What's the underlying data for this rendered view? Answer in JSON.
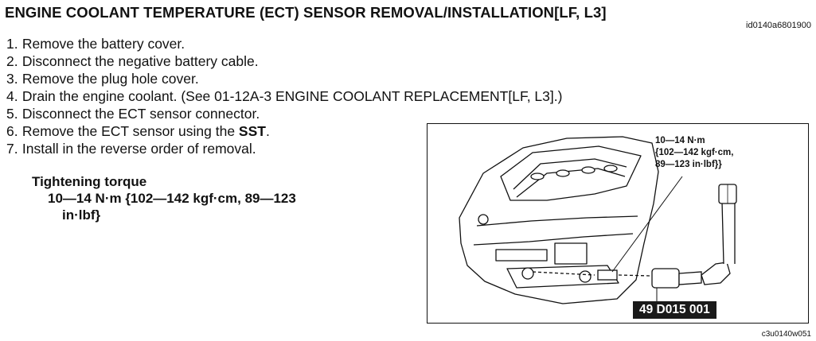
{
  "header": {
    "title": "ENGINE COOLANT TEMPERATURE (ECT) SENSOR REMOVAL/INSTALLATION[LF, L3]",
    "doc_id": "id0140a6801900"
  },
  "steps": [
    {
      "num": "1.",
      "pre": "Remove the battery cover.",
      "bold": "",
      "post": ""
    },
    {
      "num": "2.",
      "pre": "Disconnect the negative battery cable.",
      "bold": "",
      "post": ""
    },
    {
      "num": "3.",
      "pre": "Remove the plug hole cover.",
      "bold": "",
      "post": ""
    },
    {
      "num": "4.",
      "pre": "Drain the engine coolant. (See 01-12A-3 ENGINE COOLANT REPLACEMENT[LF, L3].)",
      "bold": "",
      "post": ""
    },
    {
      "num": "5.",
      "pre": "Disconnect the ECT sensor connector.",
      "bold": "",
      "post": ""
    },
    {
      "num": "6.",
      "pre": "Remove the ECT sensor using the ",
      "bold": "SST",
      "post": "."
    },
    {
      "num": "7.",
      "pre": "Install in the reverse order of removal.",
      "bold": "",
      "post": ""
    }
  ],
  "torque": {
    "heading": "Tightening torque",
    "spec_line1": "10—14 N·m {102—142 kgf·cm, 89—123",
    "spec_line2": "in·lbf}"
  },
  "figure": {
    "callout_line1": "10—14 N·m",
    "callout_line2": "{102—142 kgf·cm,",
    "callout_line3": "89—123 in·lbf}}",
    "sst_label": "49 D015 001",
    "figure_code": "c3u0140w051"
  }
}
